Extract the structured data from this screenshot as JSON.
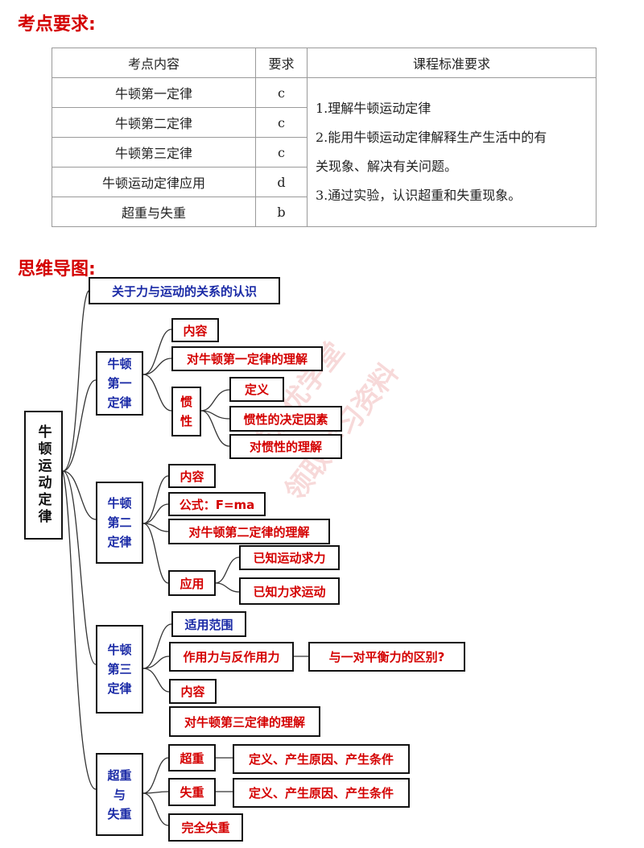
{
  "heading_requirements": "考点要求:",
  "heading_mindmap": "思维导图:",
  "table": {
    "headers": [
      "考点内容",
      "要求",
      "课程标准要求"
    ],
    "rows": [
      {
        "topic": "牛顿第一定律",
        "level": "c"
      },
      {
        "topic": "牛顿第二定律",
        "level": "c"
      },
      {
        "topic": "牛顿第三定律",
        "level": "c"
      },
      {
        "topic": "牛顿运动定律应用",
        "level": "d"
      },
      {
        "topic": "超重与失重",
        "level": "b"
      }
    ],
    "standards": [
      "1.理解牛顿运动定律",
      "2.能用牛顿运动定律解释生产生活中的有",
      "关现象、解决有关问题。",
      "3.通过实验，认识超重和失重现象。"
    ]
  },
  "mindmap": {
    "root": "牛顿运动定律",
    "relation": "关于力与运动的关系的认识",
    "law1": {
      "label_lines": [
        "牛顿",
        "第一",
        "定律"
      ],
      "content": "内容",
      "understanding": "对牛顿第一定律的理解",
      "inertia": {
        "label_lines": [
          "惯",
          "性"
        ],
        "definition": "定义",
        "factors": "惯性的决定因素",
        "understanding": "对惯性的理解"
      }
    },
    "law2": {
      "label_lines": [
        "牛顿",
        "第二",
        "定律"
      ],
      "content": "内容",
      "formula": "公式：F=ma",
      "understanding": "对牛顿第二定律的理解",
      "application": {
        "label": "应用",
        "force_to_motion": "已知运动求力",
        "motion_from_force": "已知力求运动"
      }
    },
    "law3": {
      "label_lines": [
        "牛顿",
        "第三",
        "定律"
      ],
      "scope": "适用范围",
      "action_reaction": "作用力与反作用力",
      "difference": "与一对平衡力的区别?",
      "content": "内容",
      "understanding": "对牛顿第三定律的理解"
    },
    "weight": {
      "label_lines": [
        "超重",
        "与",
        "失重"
      ],
      "overweight": "超重",
      "overweight_detail": "定义、产生原因、产生条件",
      "weightless": "失重",
      "weightless_detail": "定义、产生原因、产生条件",
      "complete": "完全失重"
    }
  },
  "watermark": [
    "关注优学堂",
    "领取学习资料"
  ],
  "colors": {
    "heading": "#d40000",
    "red_text": "#d40000",
    "blue_text": "#1a2aa6"
  }
}
